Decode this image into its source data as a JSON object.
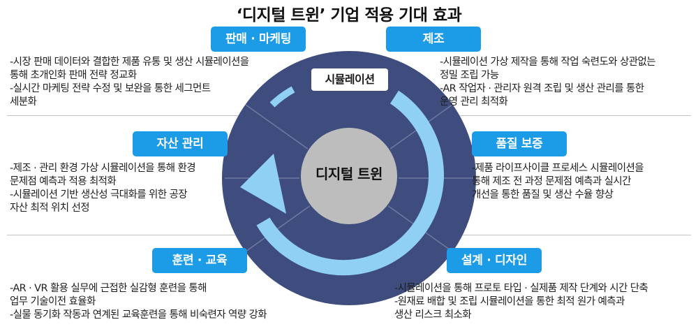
{
  "title": "‘디지털 트윈’ 기업 적용 기대 효과",
  "center": {
    "label": "디지털 트윈",
    "ring_label": "시뮬레이션"
  },
  "colors": {
    "badge": "#1c9be6",
    "ring": "#3f4d7e",
    "arrow": "#8fd0f4",
    "core": "#bdbdbd"
  },
  "categories": [
    {
      "label": "판매 · 마케팅",
      "lines": [
        "-시장 판매 데이터와 결합한 제품 유통 및 생산 시뮬레이션을",
        " 통해 초개인화 판매 전략 정교화",
        "-실시간 마케팅 전략 수정 및 보완을 통한 세그먼트",
        " 세분화"
      ]
    },
    {
      "label": "제조",
      "lines": [
        "-시뮬레이션 가상 제작을 통해 작업 숙련도와 상관없는",
        " 정밀 조립 가능",
        "-AR 작업자 · 관리자 원격 조립 및 생산 관리를 통한",
        " 운영 관리 최적화"
      ]
    },
    {
      "label": "자산 관리",
      "lines": [
        "-제조 · 관리 환경 가상 시뮬레이션을 통해 환경",
        " 문제점 예측과 적용 최적화",
        "-시뮬레이션 기반 생산성 극대화를 위한 공장",
        " 자산 최적 위치 선정"
      ]
    },
    {
      "label": "품질 보증",
      "lines": [
        "-제품 라이프사이클 프로세스 시뮬레이션을",
        " 통해 제조 전 과정 문제점 예측과 실시간",
        " 개선을 통한 품질 및 생산 수율 향상"
      ]
    },
    {
      "label": "훈련 · 교육",
      "lines": [
        "-AR · VR 활용 실무에 근접한 실감형 훈련을 통해",
        " 업무 기술이전 효율화",
        "-실물 동기화 작동과 연계된 교육훈련을 통해 비숙련자 역량 강화"
      ]
    },
    {
      "label": "설계 · 디자인",
      "lines": [
        "-시뮬레이션을 통해 프로토 타입 · 실제품 제작 단계와 시간 단축",
        "-원재료 배합 및 조립 시뮬레이션을 통한 최적 원가 예측과",
        " 생산 리스크 최소화"
      ]
    }
  ]
}
